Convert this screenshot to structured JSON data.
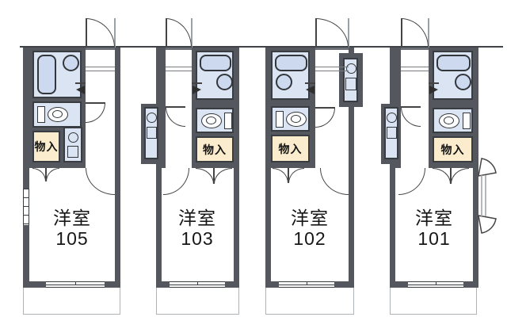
{
  "floorplan": {
    "units": [
      {
        "room_type": "洋室",
        "room_number": "105",
        "closet_label": "物入"
      },
      {
        "room_type": "洋室",
        "room_number": "103",
        "closet_label": "物入"
      },
      {
        "room_type": "洋室",
        "room_number": "102",
        "closet_label": "物入"
      },
      {
        "room_type": "洋室",
        "room_number": "101",
        "closet_label": "物入"
      }
    ],
    "colors": {
      "wall": "#54585e",
      "wet_area": "#dbe4f3",
      "fixture_fill": "#cdd9ee",
      "closet_fill": "#faeccd",
      "line": "#444444",
      "balcony_line": "#aeb3b8",
      "background": "#ffffff"
    }
  }
}
